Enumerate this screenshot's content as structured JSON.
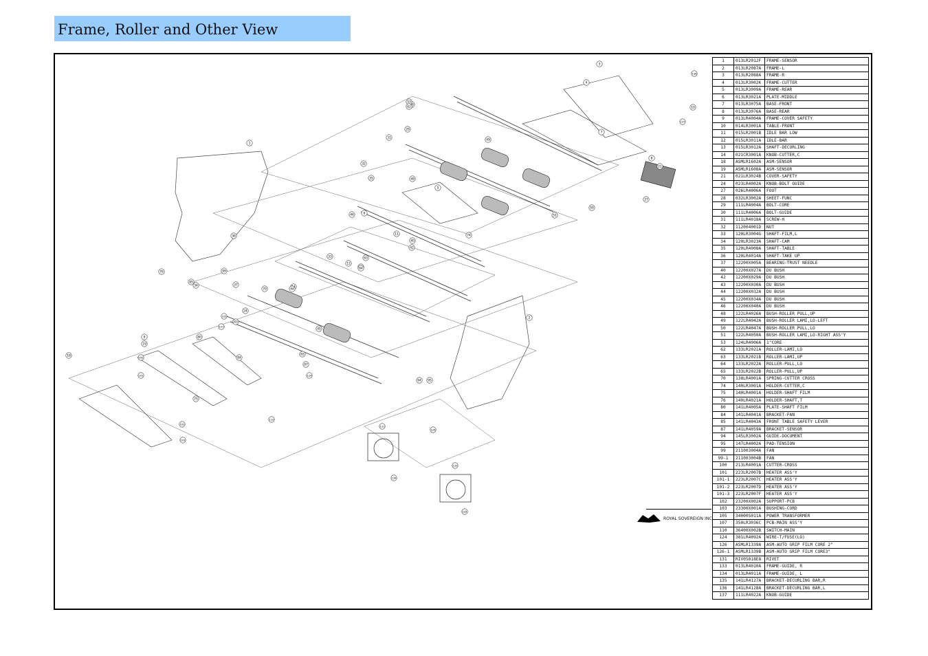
{
  "page": {
    "title": "Frame, Roller and Other View"
  },
  "brand": {
    "name": "ROYAL SOVEREIGN INC."
  },
  "colors": {
    "title_background": "#99ccff",
    "line": "#000000"
  },
  "callouts": [
    "1",
    "2",
    "3",
    "4",
    "5",
    "6",
    "7",
    "8",
    "9",
    "10",
    "11",
    "12",
    "13",
    "14",
    "18",
    "19",
    "21",
    "24",
    "27",
    "28",
    "29",
    "31",
    "32",
    "33",
    "34",
    "35",
    "36",
    "37",
    "40",
    "42",
    "43",
    "44",
    "45",
    "46",
    "48",
    "49",
    "50",
    "51",
    "53",
    "62",
    "63",
    "64",
    "65",
    "70",
    "74",
    "75",
    "76",
    "80",
    "84",
    "85",
    "87",
    "94",
    "95",
    "99",
    "100",
    "101",
    "102",
    "103",
    "105",
    "107",
    "110",
    "124",
    "126",
    "131",
    "133",
    "134",
    "135",
    "136",
    "137"
  ],
  "parts": [
    {
      "no": "1",
      "code": "013LR2012F",
      "desc": "FRAME-SENSOR"
    },
    {
      "no": "2",
      "code": "013LR2087A",
      "desc": "FRAME-L"
    },
    {
      "no": "3",
      "code": "013LR2088A",
      "desc": "FRAME-R"
    },
    {
      "no": "4",
      "code": "013LR3002K",
      "desc": "FRAME-CUTTER"
    },
    {
      "no": "5",
      "code": "013LR3009A",
      "desc": "FRAME-REAR"
    },
    {
      "no": "6",
      "code": "013LR3021A",
      "desc": "PLATE-MIDDLE"
    },
    {
      "no": "7",
      "code": "013LR3075A",
      "desc": "BASE-FRONT"
    },
    {
      "no": "8",
      "code": "013LR3076A",
      "desc": "BASE-REAR"
    },
    {
      "no": "9",
      "code": "013LR4004A",
      "desc": "FRAME-COVER SAFETY"
    },
    {
      "no": "10",
      "code": "014LR3001A",
      "desc": "TABLE-FRONT"
    },
    {
      "no": "11",
      "code": "015LR2001B",
      "desc": "IDLE BAR LOW"
    },
    {
      "no": "12",
      "code": "015LR3011A",
      "desc": "IDLE-BAR"
    },
    {
      "no": "13",
      "code": "015LR3012A",
      "desc": "SHAFT-DECURLING"
    },
    {
      "no": "14",
      "code": "021CR3001A",
      "desc": "KNOB-CUTTER,C"
    },
    {
      "no": "18",
      "code": "ASMLR1602A",
      "desc": "ASM-SENSOR"
    },
    {
      "no": "19",
      "code": "ASMLR1608A",
      "desc": "ASM-SENSOR"
    },
    {
      "no": "21",
      "code": "021LR3024B",
      "desc": "COVER-SAFETY"
    },
    {
      "no": "24",
      "code": "023LR4002A",
      "desc": "KNOB-BOLT GUIDE"
    },
    {
      "no": "27",
      "code": "026LR4006A",
      "desc": "FOOT"
    },
    {
      "no": "28",
      "code": "032LR3002A",
      "desc": "SHEET-FUNC"
    },
    {
      "no": "29",
      "code": "111LR4004A",
      "desc": "BOLT-CORE"
    },
    {
      "no": "30",
      "code": "111LR4006A",
      "desc": "BOLT-GUIDE"
    },
    {
      "no": "31",
      "code": "111LR4018A",
      "desc": "SCREW-H"
    },
    {
      "no": "32",
      "code": "112004001D",
      "desc": "NUT"
    },
    {
      "no": "33",
      "code": "120LR3004G",
      "desc": "SHAFT-FILM,L"
    },
    {
      "no": "34",
      "code": "120LR3023A",
      "desc": "SHAFT-CAM"
    },
    {
      "no": "35",
      "code": "120LR4008A",
      "desc": "SHAFT-TABLE"
    },
    {
      "no": "36",
      "code": "120LR4014A",
      "desc": "SHAFT-TAKE UP"
    },
    {
      "no": "37",
      "code": "12200X005A",
      "desc": "BEARING-TRUST NEEDLE"
    },
    {
      "no": "40",
      "code": "12200X027A",
      "desc": "DU BUSH"
    },
    {
      "no": "42",
      "code": "12200X029A",
      "desc": "DU BUSH"
    },
    {
      "no": "43",
      "code": "12200X030A",
      "desc": "DU BUSH"
    },
    {
      "no": "44",
      "code": "12200X032A",
      "desc": "DU BUSH"
    },
    {
      "no": "45",
      "code": "12200X034A",
      "desc": "DU BUSH"
    },
    {
      "no": "46",
      "code": "12200X040A",
      "desc": "DU BUSH"
    },
    {
      "no": "48",
      "code": "122LR4026A",
      "desc": "BUSH-ROLLER PULL,UP"
    },
    {
      "no": "49",
      "code": "122LR4042A",
      "desc": "BUSH-ROLLER LAMI,LO-LEFT"
    },
    {
      "no": "50",
      "code": "122LR4047A",
      "desc": "BUSH-ROLLER PULL,LO"
    },
    {
      "no": "51",
      "code": "122LR4050A",
      "desc": "BUSH-ROLLER LAMI,LO-RIGHT ASS'Y"
    },
    {
      "no": "53",
      "code": "124LR4006A",
      "desc": "1\"CORE"
    },
    {
      "no": "62",
      "code": "133LR2021A",
      "desc": "ROLLER-LAMI,LO"
    },
    {
      "no": "63",
      "code": "133LR2021B",
      "desc": "ROLLER-LAMI,UP"
    },
    {
      "no": "64",
      "code": "133LR2022A",
      "desc": "ROLLER-PULL,LO"
    },
    {
      "no": "65",
      "code": "133LR2022B",
      "desc": "ROLLER-PULL,UP"
    },
    {
      "no": "70",
      "code": "138LR4001A",
      "desc": "SPRING-CUTTER CROSS"
    },
    {
      "no": "74",
      "code": "140LR3001A",
      "desc": "HOLDER-CUTTER,C"
    },
    {
      "no": "75",
      "code": "140LR4001A",
      "desc": "HOLDER-SHAFT FILM"
    },
    {
      "no": "76",
      "code": "140LR4021A",
      "desc": "HOLDER-SHAFT,T"
    },
    {
      "no": "80",
      "code": "141LR4005A",
      "desc": "PLATE-SHAFT FILM"
    },
    {
      "no": "84",
      "code": "141LR4041A",
      "desc": "BRACKET-FAN"
    },
    {
      "no": "85",
      "code": "141LR4043A",
      "desc": "FRONT TABLE SAFETY LEVER"
    },
    {
      "no": "87",
      "code": "141LR4059A",
      "desc": "BRACKET-SENSOR"
    },
    {
      "no": "94",
      "code": "145LR3002A",
      "desc": "GUIDE-DOCUMENT"
    },
    {
      "no": "95",
      "code": "147LR4002A",
      "desc": "PAD-TENSION"
    },
    {
      "no": "99",
      "code": "211003004A",
      "desc": "FAN"
    },
    {
      "no": "99-1",
      "code": "211003004B",
      "desc": "FAN"
    },
    {
      "no": "100",
      "code": "213LR4001A",
      "desc": "CUTTER-CROSS"
    },
    {
      "no": "101",
      "code": "223LR2007B",
      "desc": "HEATER ASS'Y"
    },
    {
      "no": "101-1",
      "code": "223LR2007C",
      "desc": "HEATER ASS'Y"
    },
    {
      "no": "101-2",
      "code": "223LR2007D",
      "desc": "HEATER ASS'Y"
    },
    {
      "no": "101-3",
      "code": "223LR2007F",
      "desc": "HEATER ASS'Y"
    },
    {
      "no": "102",
      "code": "23200X002A",
      "desc": "SUPPORT-PCB"
    },
    {
      "no": "103",
      "code": "23300X001A",
      "desc": "BUSHING-CORD"
    },
    {
      "no": "105",
      "code": "34000S011A",
      "desc": "POWER TRANSFORMER"
    },
    {
      "no": "107",
      "code": "350LR3036C",
      "desc": "PCB-MAIN ASS'Y"
    },
    {
      "no": "110",
      "code": "36400X002B",
      "desc": "SWITCH-MAIN"
    },
    {
      "no": "124",
      "code": "381LR4092A",
      "desc": "WIRE-T/FUSE(LO)"
    },
    {
      "no": "126",
      "code": "ASMLR1339A",
      "desc": "ASM-AUTO GRIP FILM CORE 2\""
    },
    {
      "no": "126-1",
      "code": "ASMLR1339B",
      "desc": "ASM-AUTO GRIP FILM CORE3\""
    },
    {
      "no": "131",
      "code": "RIV05018E8",
      "desc": "RIVET"
    },
    {
      "no": "133",
      "code": "013LR4010A",
      "desc": "FRAME-GUIDE, R"
    },
    {
      "no": "134",
      "code": "013LR4011A",
      "desc": "FRAME-GUIDE, L"
    },
    {
      "no": "135",
      "code": "141LR4127A",
      "desc": "BRACKET-DECURLING BAR,R"
    },
    {
      "no": "136",
      "code": "141LR4128A",
      "desc": "BRACKET-DECURLING BAR,L"
    },
    {
      "no": "137",
      "code": "111LR4022A",
      "desc": "KNOB-GUIDE"
    }
  ]
}
